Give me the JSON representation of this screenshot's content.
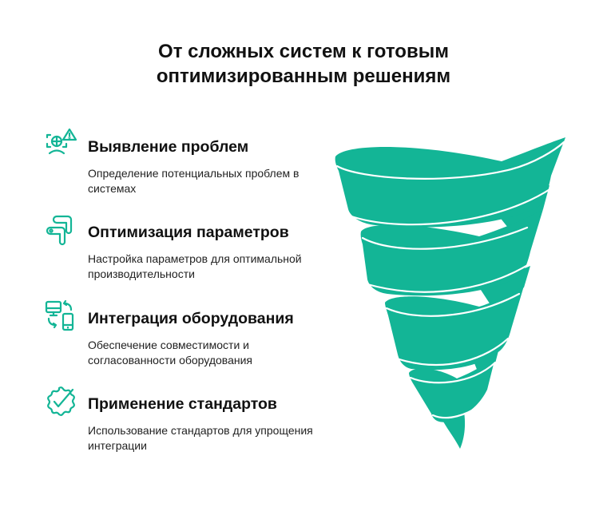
{
  "title": {
    "line1": "От сложных систем к готовым",
    "line2": "оптимизированным решениям"
  },
  "colors": {
    "accent": "#13B596",
    "text": "#111111",
    "background": "#FFFFFF"
  },
  "steps": [
    {
      "icon": "problem-detection-icon",
      "heading": "Выявление проблем",
      "description": "Определение потенциальных проблем в системах"
    },
    {
      "icon": "parameter-optimization-icon",
      "heading": "Оптимизация параметров",
      "description": "Настройка параметров для оптимальной производительности"
    },
    {
      "icon": "device-integration-icon",
      "heading": "Интеграция оборудования",
      "description": "Обеспечение совместимости и согласованности оборудования"
    },
    {
      "icon": "standards-badge-check-icon",
      "heading": "Применение стандартов",
      "description": "Использование стандартов для упрощения интеграции"
    }
  ],
  "funnel": {
    "icon": "spiral-funnel-icon",
    "bands": 4
  }
}
